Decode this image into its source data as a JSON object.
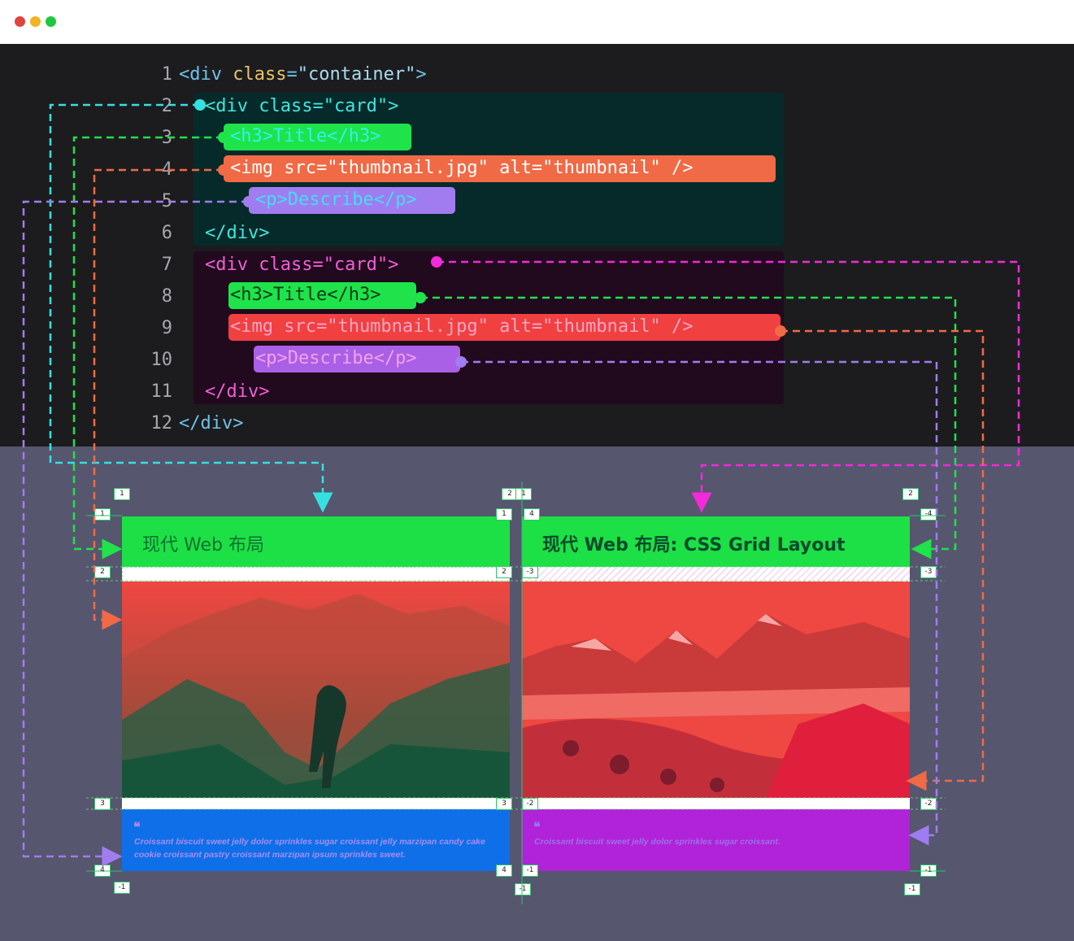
{
  "window": {
    "controls": [
      {
        "name": "close",
        "color": "#e0443e"
      },
      {
        "name": "minimize",
        "color": "#f0b323"
      },
      {
        "name": "maximize",
        "color": "#1ec73d"
      }
    ]
  },
  "editor": {
    "line_numbers": [
      "1",
      "2",
      "3",
      "4",
      "5",
      "6",
      "7",
      "8",
      "9",
      "10",
      "11",
      "12"
    ],
    "lines": {
      "l1": {
        "open": "<div ",
        "attr": "class",
        "eq": "=",
        "val": "\"container\"",
        "close": ">"
      },
      "l2": "<div class=\"card\">",
      "l3": "<h3>Title</h3>",
      "l4": "<img src=\"thumbnail.jpg\" alt=\"thumbnail\" />",
      "l5": "<p>Describe</p>",
      "l6": "</div>",
      "l7": "<div class=\"card\">",
      "l8": "<h3>Title</h3>",
      "l9": "<img src=\"thumbnail.jpg\" alt=\"thumbnail\" />",
      "l10": "<p>Describe</p>",
      "l11": "</div>",
      "l12": "</div>"
    }
  },
  "preview": {
    "cards": [
      {
        "title": "现代 Web 布局",
        "quote_mark": "❝",
        "text": "Croissant biscuit sweet jelly dolor sprinkles sugar croissant jelly marzipan candy cake cookie croissant pastry croissant marzipan ipsum sprinkles sweet."
      },
      {
        "title": "现代 Web 布局: CSS Grid Layout",
        "quote_mark": "❝",
        "text": "Croissant biscuit sweet jelly dolor sprinkles sugar croissant."
      }
    ],
    "grid_labels": {
      "left_top": "1",
      "left_top_col": "1",
      "left_rows": [
        "1",
        "2",
        "3",
        "4"
      ],
      "left_bottom": "-1",
      "mid_top": [
        "2",
        "1"
      ],
      "mid_row_labels": [
        "1",
        "4",
        "2",
        "-3",
        "3",
        "-2",
        "4",
        "-1"
      ],
      "mid_bottom": "-1",
      "right_top": "2",
      "right_rows": [
        "-4",
        "-3",
        "-2",
        "-1"
      ],
      "right_bottom": "-1"
    }
  },
  "colors": {
    "cyan": "#36e0e0",
    "green": "#1ee34a",
    "orange": "#f06a45",
    "purple": "#a07cf0",
    "magenta": "#f22ad9",
    "title_green": "#1de046",
    "para_blue": "#0f6fe8",
    "para_purple": "#b023d8",
    "img_red": "#ef4741"
  }
}
